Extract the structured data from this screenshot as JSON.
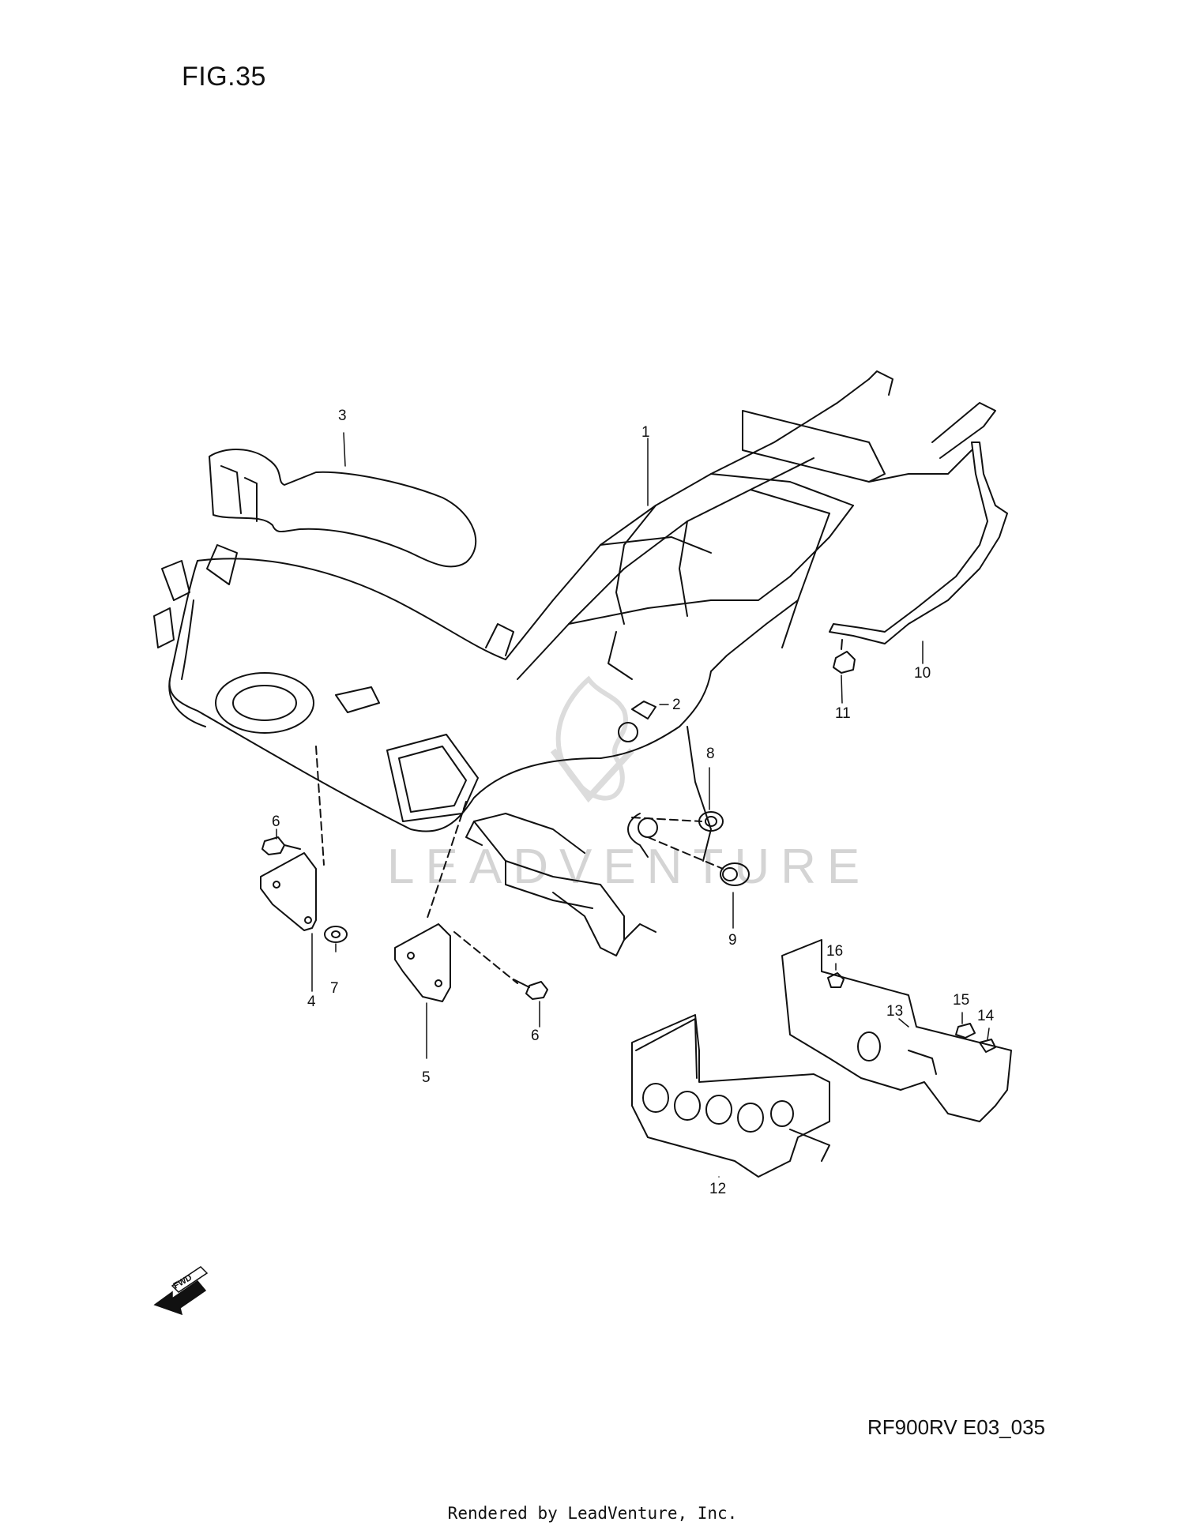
{
  "figure": {
    "title": "FIG.35"
  },
  "drawing_code": "RF900RV E03_035",
  "footer": "Rendered by LeadVenture, Inc.",
  "watermark": {
    "text": "LEADVENTURE"
  },
  "fwd_arrow": {
    "label": "FWD"
  },
  "callouts": [
    {
      "id": "c1",
      "label": "1"
    },
    {
      "id": "c2",
      "label": "2"
    },
    {
      "id": "c3",
      "label": "3"
    },
    {
      "id": "c4",
      "label": "4"
    },
    {
      "id": "c5",
      "label": "5"
    },
    {
      "id": "c6a",
      "label": "6"
    },
    {
      "id": "c6b",
      "label": "6"
    },
    {
      "id": "c7",
      "label": "7"
    },
    {
      "id": "c8",
      "label": "8"
    },
    {
      "id": "c9",
      "label": "9"
    },
    {
      "id": "c10",
      "label": "10"
    },
    {
      "id": "c11",
      "label": "11"
    },
    {
      "id": "c12",
      "label": "12"
    },
    {
      "id": "c13",
      "label": "13"
    },
    {
      "id": "c14",
      "label": "14"
    },
    {
      "id": "c15",
      "label": "15"
    },
    {
      "id": "c16",
      "label": "16"
    }
  ]
}
